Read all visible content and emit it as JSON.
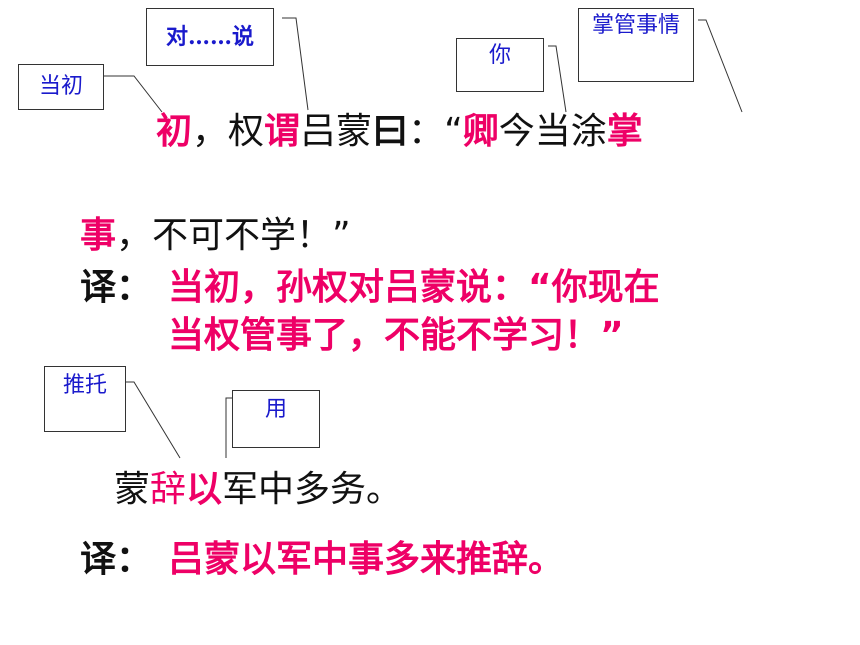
{
  "annotations": {
    "dangchu": "当初",
    "dui_shuo": "对……说",
    "ni": "你",
    "zhangguan": "掌管事情",
    "tuituo": "推托",
    "yong": "用"
  },
  "sentence1": {
    "p1": "初",
    "p2": "，权",
    "p3": "谓",
    "p4": "吕蒙",
    "p5": "曰",
    "p6": "：“",
    "p7": "卿",
    "p8": "今当涂",
    "p9": "掌",
    "line2_p1": "事",
    "line2_p2": "，不可不学！”"
  },
  "translation1": {
    "label": "译：",
    "line1": "当初，孙权对吕蒙说：“你现在",
    "line2": "当权管事了，不能不学习！”"
  },
  "sentence2": {
    "p1": "蒙",
    "p2": "辞",
    "p3": "以",
    "p4": "军中多务。"
  },
  "translation2": {
    "label": "译：",
    "text": "吕蒙以军中事多来推辞。"
  },
  "colors": {
    "highlight": "#ee0066",
    "annotation_text": "#1a1acc"
  }
}
